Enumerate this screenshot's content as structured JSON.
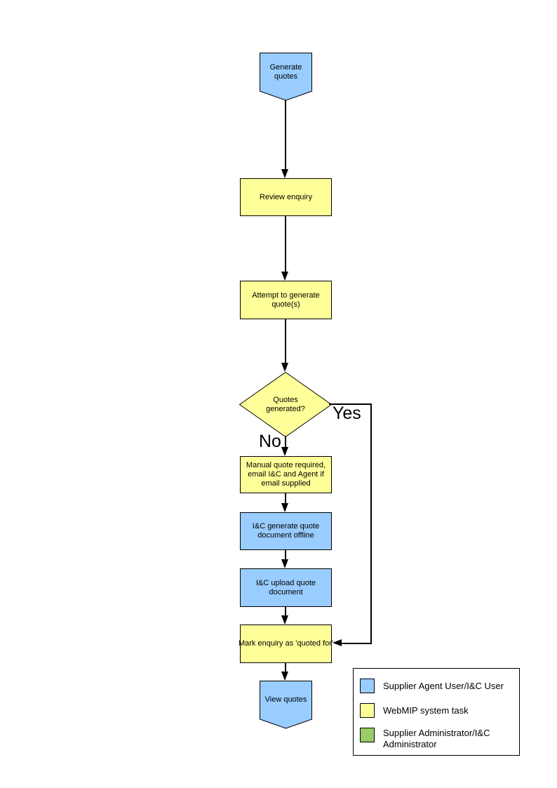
{
  "colors": {
    "actor_blue": "#99CCFF",
    "system_yellow": "#FFFF99",
    "admin_green": "#99CC66"
  },
  "nodes": {
    "start": {
      "label": "Generate quotes"
    },
    "review": {
      "label": "Review enquiry"
    },
    "attempt": {
      "label": "Attempt to generate quote(s)"
    },
    "decision": {
      "label": "Quotes generated?"
    },
    "manual": {
      "label": "Manual quote required, email I&C and Agent if email supplied"
    },
    "offline": {
      "label": "I&C generate quote document offline"
    },
    "upload": {
      "label": "I&C upload quote document"
    },
    "mark": {
      "label": "Mark enquiry as 'quoted for'"
    },
    "end": {
      "label": "View quotes"
    }
  },
  "branch_labels": {
    "yes": "Yes",
    "no": "No"
  },
  "legend": {
    "items": [
      {
        "label": "Supplier Agent User/I&C User",
        "color": "#99CCFF"
      },
      {
        "label": "WebMIP system task",
        "color": "#FFFF99"
      },
      {
        "label": "Supplier Administrator/I&C Administrator",
        "color": "#99CC66"
      }
    ]
  }
}
